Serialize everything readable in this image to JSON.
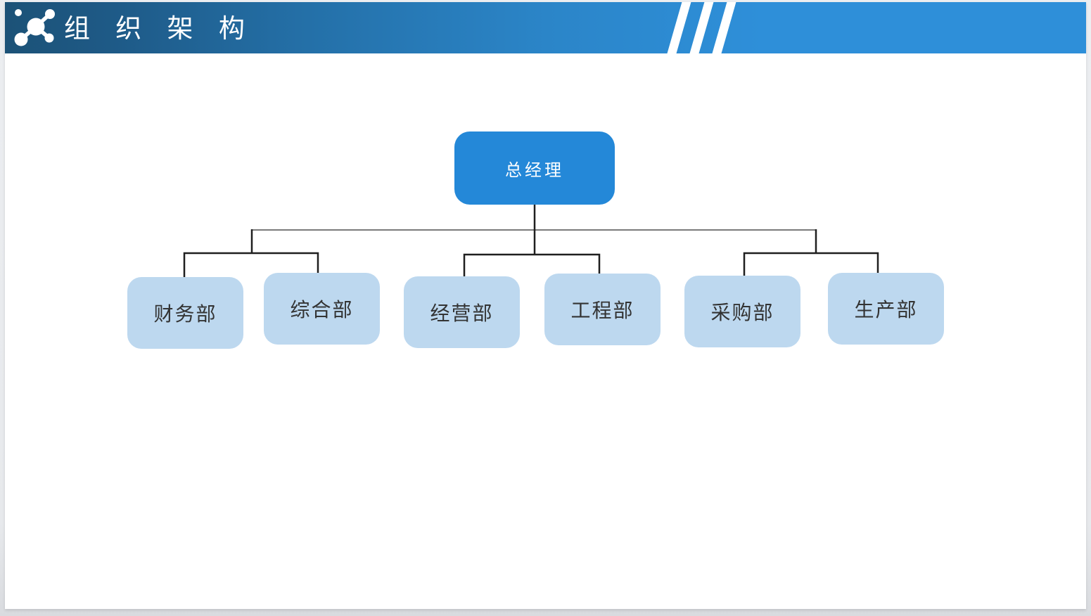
{
  "slide": {
    "header": {
      "title": "组 织 架 构",
      "icon": "network-nodes-icon",
      "bg_gradient_left": "#1c5277",
      "bg_gradient_right": "#2e8fd9",
      "stripe_color": "#ffffff",
      "title_color": "#ffffff"
    },
    "org_chart": {
      "root": {
        "label": "总经理",
        "fill": "#2488d8",
        "text_color": "#ffffff"
      },
      "departments": [
        {
          "label": "财务部"
        },
        {
          "label": "综合部"
        },
        {
          "label": "经营部"
        },
        {
          "label": "工程部"
        },
        {
          "label": "采购部"
        },
        {
          "label": "生产部"
        }
      ],
      "department_fill": "#bdd8ef",
      "department_text_color": "#333333",
      "connector_primary_color": "#1f1f1f",
      "connector_secondary_color": "#7a7a7a"
    }
  }
}
